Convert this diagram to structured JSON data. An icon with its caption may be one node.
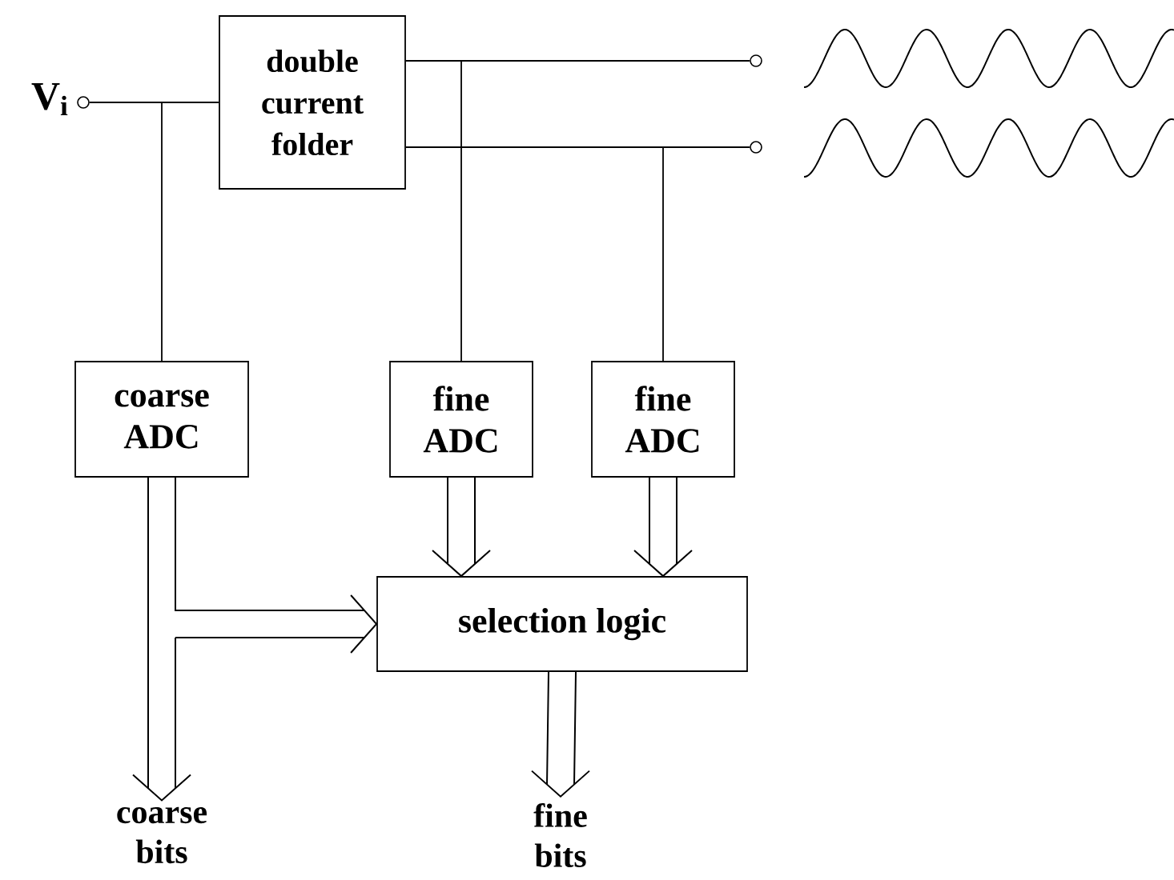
{
  "diagram": {
    "nodes": [
      {
        "text": [],
        "shape": "circle",
        "beside": [
          "V$_{i}$"
        ]
      },
      {
        "text": [
          "double current folder"
        ]
      },
      {
        "text": [
          "coarse ADC"
        ]
      },
      {
        "text": [
          "fine ADC"
        ]
      },
      {
        "text": [
          "fine ADC"
        ]
      },
      {
        "text": [
          "selection logic"
        ]
      },
      {
        "text": [
          "coarse bits"
        ]
      },
      {
        "text": [
          "fine bits"
        ]
      },
      {
        "text": [],
        "shape": "circle"
      },
      {
        "text": [],
        "shape": "circle"
      }
    ],
    "edges": [
      {
        "from": 0,
        "to": 1,
        "arrow": "none"
      },
      {
        "from": 0,
        "to": 2,
        "arrow": "none"
      },
      {
        "from": 1,
        "to": 8,
        "arrow": "none"
      },
      {
        "from": 1,
        "to": 3,
        "arrow": "none"
      },
      {
        "from": 1,
        "to": 9,
        "arrow": "none"
      },
      {
        "from": 1,
        "to": 4,
        "arrow": "none"
      },
      {
        "from": 2,
        "to": 5,
        "arrow": "to"
      },
      {
        "from": 2,
        "to": 6,
        "arrow": "to"
      },
      {
        "from": 3,
        "to": 5,
        "arrow": "to"
      },
      {
        "from": 4,
        "to": 5,
        "arrow": "to"
      },
      {
        "from": 5,
        "to": 7,
        "arrow": "to"
      }
    ]
  }
}
